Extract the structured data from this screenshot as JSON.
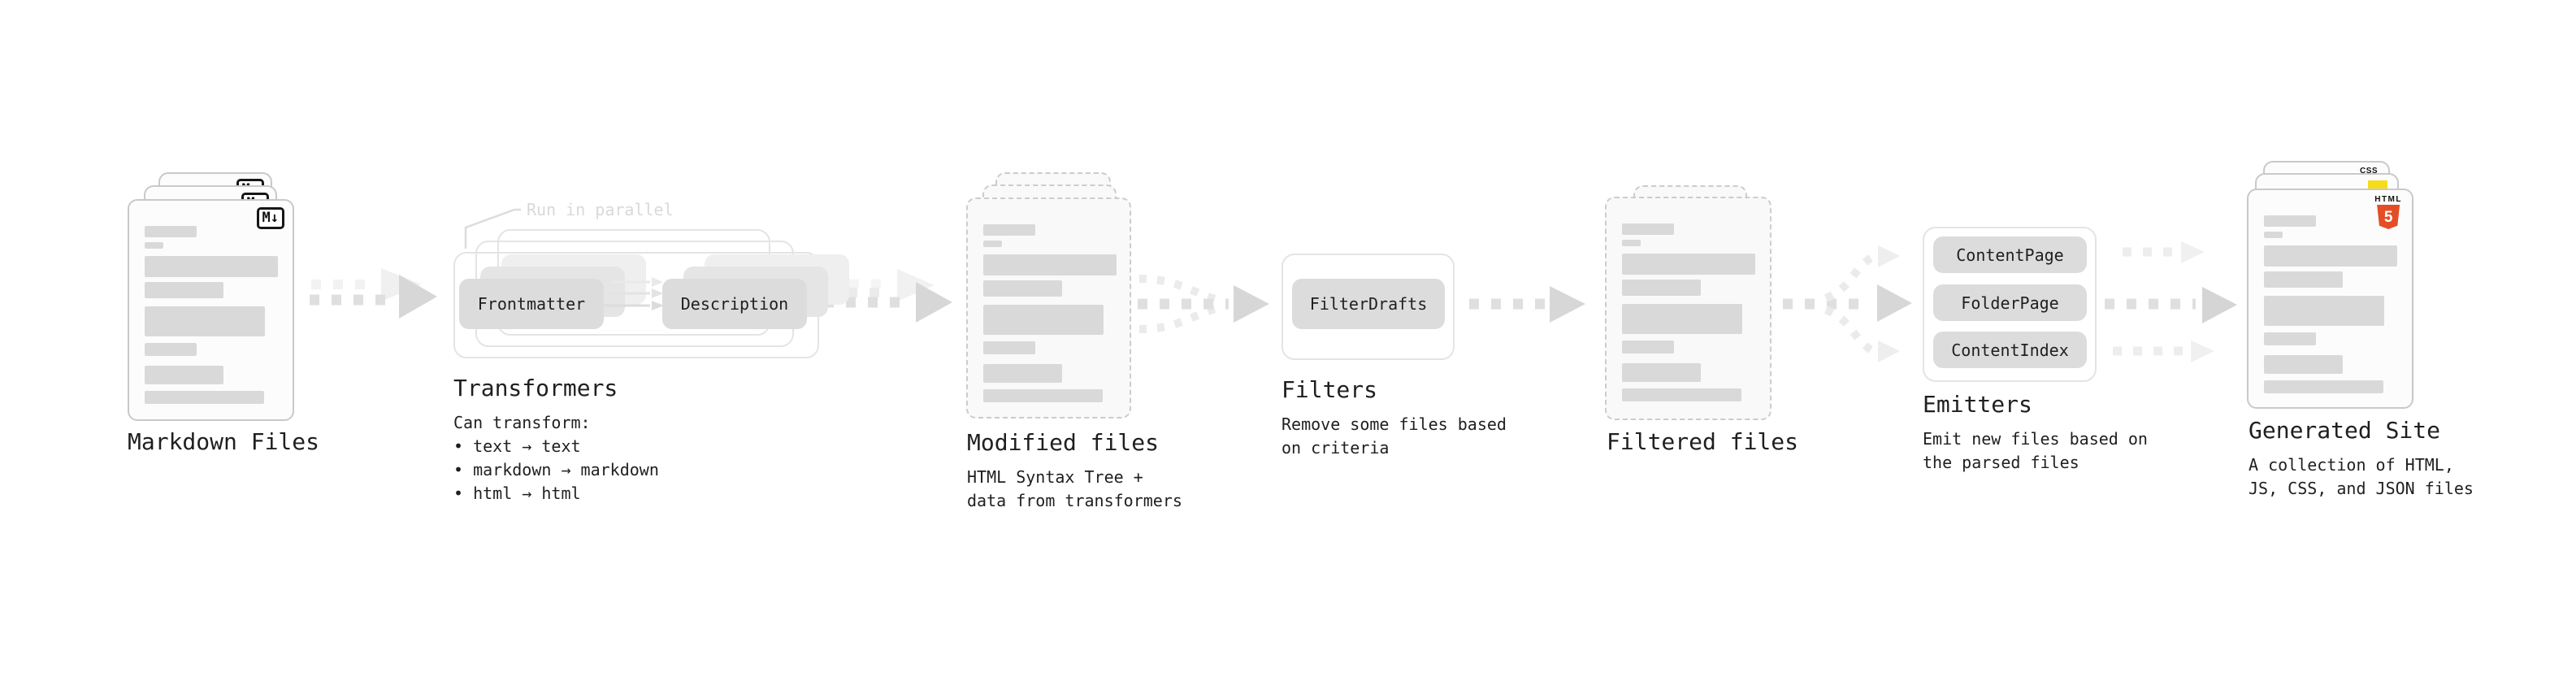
{
  "page": {
    "background": "#ffffff"
  },
  "diagram": {
    "stages": [
      {
        "key": "markdown-files",
        "title": "Markdown Files",
        "file_icon": "markdown-icon",
        "file_icon_label": "M↓"
      },
      {
        "key": "transformers",
        "title": "Transformers",
        "annotation": "Run in parallel",
        "pills": [
          "Frontmatter",
          "Description"
        ],
        "caption": "Can transform:\n • text → text\n • markdown → markdown\n • html → html"
      },
      {
        "key": "modified-files",
        "title": "Modified files",
        "caption": "HTML Syntax Tree +\ndata from transformers"
      },
      {
        "key": "filters",
        "title": "Filters",
        "pills": [
          "FilterDrafts"
        ],
        "caption": "Remove some files based\non criteria"
      },
      {
        "key": "filtered-files",
        "title": "Filtered files"
      },
      {
        "key": "emitters",
        "title": "Emitters",
        "pills": [
          "ContentPage",
          "FolderPage",
          "ContentIndex"
        ],
        "caption": "Emit new files based on\nthe parsed files"
      },
      {
        "key": "generated-site",
        "title": "Generated Site",
        "caption": "A collection of HTML,\nJS, CSS, and JSON files",
        "badges": {
          "html_label": "HTML",
          "html_number": "5",
          "css_label": "CSS"
        },
        "colors": {
          "html_orange": "#e44d26",
          "css_blue": "#2965f1",
          "js_yellow": "#f5de19"
        }
      }
    ]
  }
}
